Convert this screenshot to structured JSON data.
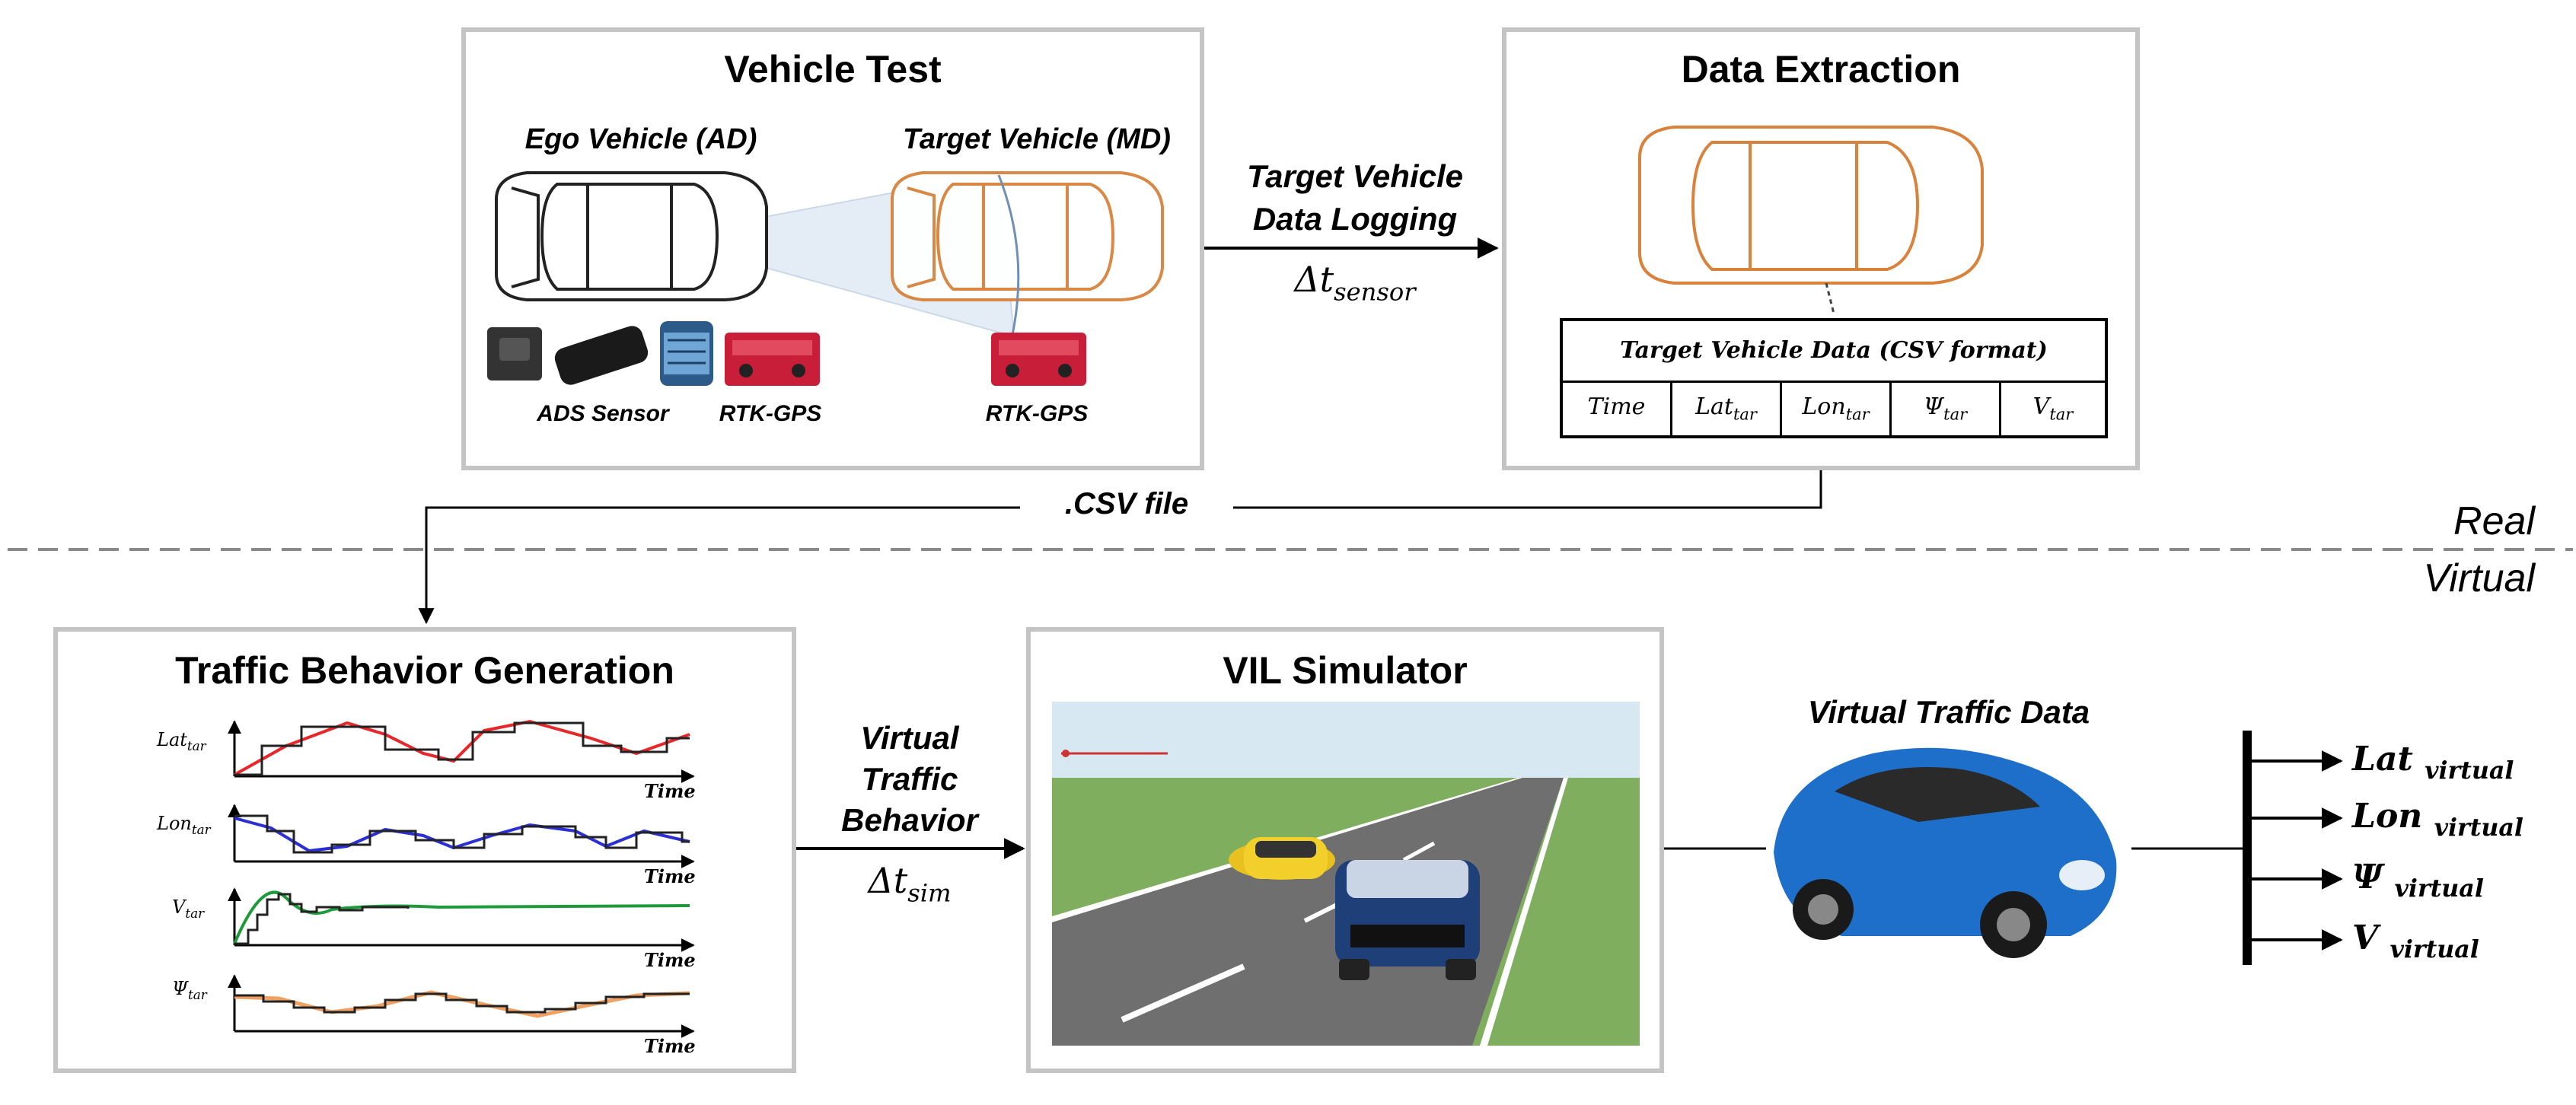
{
  "vehicle_test": {
    "title": "Vehicle Test",
    "ego_label": "Ego Vehicle (AD)",
    "target_label": "Target Vehicle (MD)",
    "ads_sensor": "ADS Sensor",
    "rtk_gps_ego": "RTK-GPS",
    "rtk_gps_target": "RTK-GPS"
  },
  "logging_arrow": {
    "line1": "Target Vehicle",
    "line2": "Data Logging",
    "dt_symbol": "Δt",
    "dt_sub": "sensor"
  },
  "data_extraction": {
    "title": "Data Extraction",
    "table_header": "Target Vehicle Data (CSV format)",
    "columns": [
      {
        "main": "Time",
        "sub": ""
      },
      {
        "main": "Lat",
        "sub": "tar"
      },
      {
        "main": "Lon",
        "sub": "tar"
      },
      {
        "main": "Ψ",
        "sub": "tar"
      },
      {
        "main": "V",
        "sub": "tar"
      }
    ]
  },
  "csv_file_label": ".CSV file",
  "domain_labels": {
    "real": "Real",
    "virtual": "Virtual"
  },
  "traffic_behavior": {
    "title": "Traffic Behavior Generation",
    "plots": [
      {
        "ylabel": "Lat",
        "ysub": "tar",
        "xlabel": "Time",
        "color": "#e8272a"
      },
      {
        "ylabel": "Lon",
        "ysub": "tar",
        "xlabel": "Time",
        "color": "#2b2fd6"
      },
      {
        "ylabel": "V",
        "ysub": "tar",
        "xlabel": "Time",
        "color": "#1f9a3a"
      },
      {
        "ylabel": "Ψ",
        "ysub": "tar",
        "xlabel": "Time",
        "color": "#f0a060"
      }
    ]
  },
  "sim_arrow": {
    "line1": "Virtual",
    "line2": "Traffic",
    "line3": "Behavior",
    "dt_symbol": "Δt",
    "dt_sub": "sim"
  },
  "vil_simulator": {
    "title": "VIL Simulator"
  },
  "virtual_traffic": {
    "label": "Virtual Traffic Data",
    "outputs": [
      {
        "main": "Lat",
        "sub": "virtual"
      },
      {
        "main": "Lon",
        "sub": "virtual"
      },
      {
        "main": "Ψ",
        "sub": "virtual"
      },
      {
        "main": "V",
        "sub": "virtual"
      }
    ]
  },
  "colors": {
    "panel_border": "#c4c4c4",
    "target_car": "#d9823c",
    "sim_grass": "#7fae5e",
    "sim_sky": "#d8e8f2",
    "blue_car": "#1d6fc9"
  }
}
